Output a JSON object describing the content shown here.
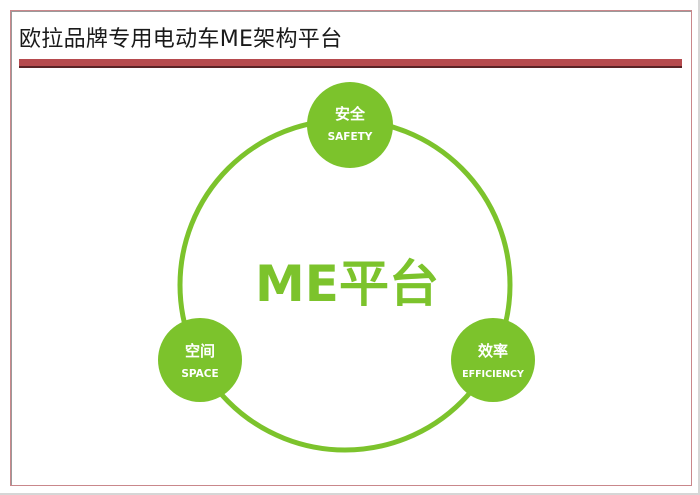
{
  "header": {
    "title": "欧拉品牌专用电动车ME架构平台"
  },
  "colors": {
    "accent_green": "#7cc32c",
    "title_bar_red": "#b64a4e",
    "frame_border": "#c9878b"
  },
  "diagram": {
    "center_label": "ME平台",
    "nodes": [
      {
        "id": "safety",
        "label_cn": "安全",
        "label_en": "SAFETY"
      },
      {
        "id": "space",
        "label_cn": "空间",
        "label_en": "SPACE"
      },
      {
        "id": "efficiency",
        "label_cn": "效率",
        "label_en": "EFFICIENCY"
      }
    ]
  }
}
